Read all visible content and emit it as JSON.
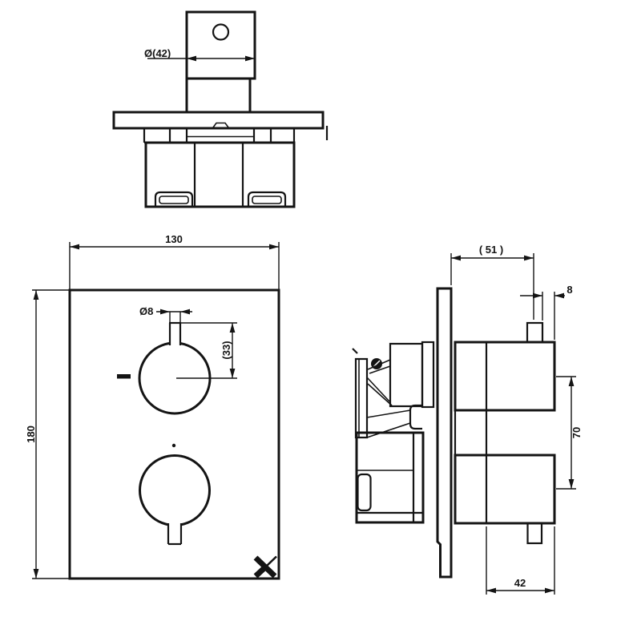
{
  "colors": {
    "line": "#141414",
    "background": "#ffffff"
  },
  "dimensions": {
    "handle_diameter": "Ø(42)",
    "plate_width": "130",
    "plate_height": "180",
    "stem_diameter": "Ø8",
    "stem_center_offset": "(33)",
    "wall_projection": "( 51 )",
    "stem_protrusion": "8",
    "handle_centres": "70",
    "handle_depth": "42"
  },
  "logo": {
    "mark": "X"
  }
}
